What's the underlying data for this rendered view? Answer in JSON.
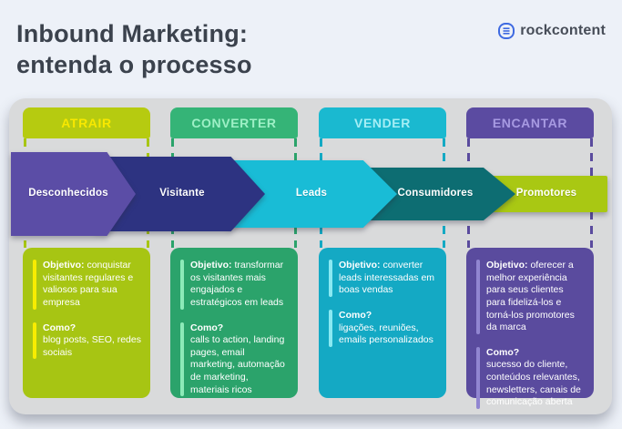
{
  "header": {
    "title_line1": "Inbound Marketing:",
    "title_line2": "entenda o processo",
    "logo_text": "rockcontent"
  },
  "funnel": {
    "stages": [
      {
        "label": "Desconhecidos",
        "color": "#5b4da6"
      },
      {
        "label": "Visitante",
        "color": "#2d3381"
      },
      {
        "label": "Leads",
        "color": "#19bcd6"
      },
      {
        "label": "Consumidores",
        "color": "#0d6d72"
      },
      {
        "label": "Promotores",
        "color": "#a9c813"
      }
    ]
  },
  "columns": [
    {
      "header": "ATRAIR",
      "header_bg": "#b6cb10",
      "body_bg": "#a7c513",
      "accent": "#f8ec00",
      "objetivo_label": "Objetivo:",
      "objetivo_text": "conquistar visitantes regulares e valiosos para sua empresa",
      "como_label": "Como?",
      "como_text": "blog posts, SEO, redes sociais"
    },
    {
      "header": "CONVERTER",
      "header_bg": "#35b477",
      "body_bg": "#2ba36b",
      "accent": "#8ceab8",
      "objetivo_label": "Objetivo:",
      "objetivo_text": "transformar os visitantes mais engajados e estratégicos em leads",
      "como_label": "Como?",
      "como_text": "calls to action, landing pages, email marketing, automação de marketing, materiais ricos"
    },
    {
      "header": "VENDER",
      "header_bg": "#1ab9d0",
      "body_bg": "#14a9c4",
      "accent": "#8ae9f2",
      "objetivo_label": "Objetivo:",
      "objetivo_text": "converter leads interessadas em boas vendas",
      "como_label": "Como?",
      "como_text": "ligações, reuniões, emails personalizados"
    },
    {
      "header": "ENCANTAR",
      "header_bg": "#5b4ba1",
      "body_bg": "#5a4b9e",
      "accent": "#9186d1",
      "objetivo_label": "Objetivo:",
      "objetivo_text": "oferecer a melhor experiência para seus clientes para fidelizá-los e torná-los promotores da marca",
      "como_label": "Como?",
      "como_text": "sucesso do cliente, conteúdos relevantes, newsletters, canais de comunicação aberta"
    }
  ],
  "colors": {
    "page_bg": "#edf1f8",
    "card_bg": "#d9dadb",
    "title_text": "#3b424d",
    "logo_blue": "#3e6ae1"
  }
}
